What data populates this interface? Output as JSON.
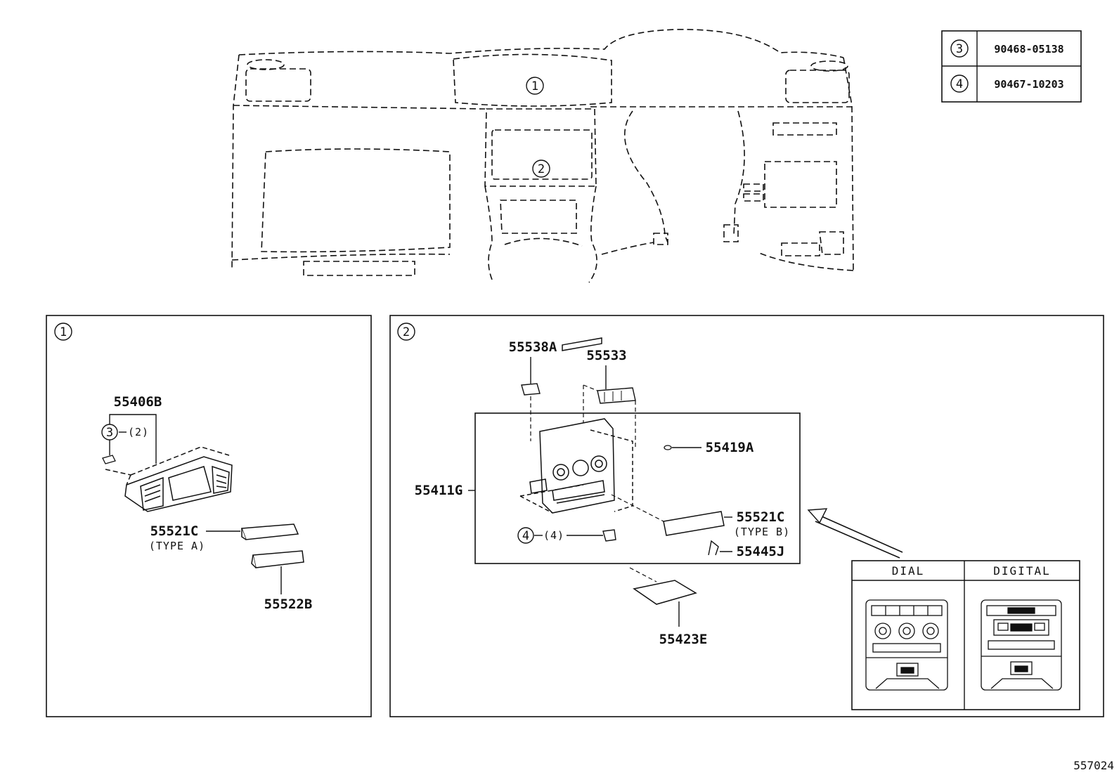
{
  "ref_table": [
    {
      "ref": "3",
      "part_no": "90468-05138"
    },
    {
      "ref": "4",
      "part_no": "90467-10203"
    }
  ],
  "overview": {
    "callout_1": "1",
    "callout_2": "2"
  },
  "panel_1": {
    "id": "1",
    "parts": {
      "p55406B": "55406B",
      "screw_ref": "3",
      "screw_qty": "(2)",
      "p55521C": "55521C",
      "p55521C_type": "(TYPE A)",
      "p55522B": "55522B"
    }
  },
  "panel_2": {
    "id": "2",
    "parts": {
      "p55538A": "55538A",
      "p55533": "55533",
      "p55419A": "55419A",
      "p55411G": "55411G",
      "p55521C": "55521C",
      "p55521C_type": "(TYPE B)",
      "p55445J": "55445J",
      "clip_ref": "4",
      "clip_qty": "(4)",
      "p55423E": "55423E"
    },
    "variants": {
      "dial": "DIAL",
      "digital": "DIGITAL"
    }
  },
  "figure_no": "557024"
}
